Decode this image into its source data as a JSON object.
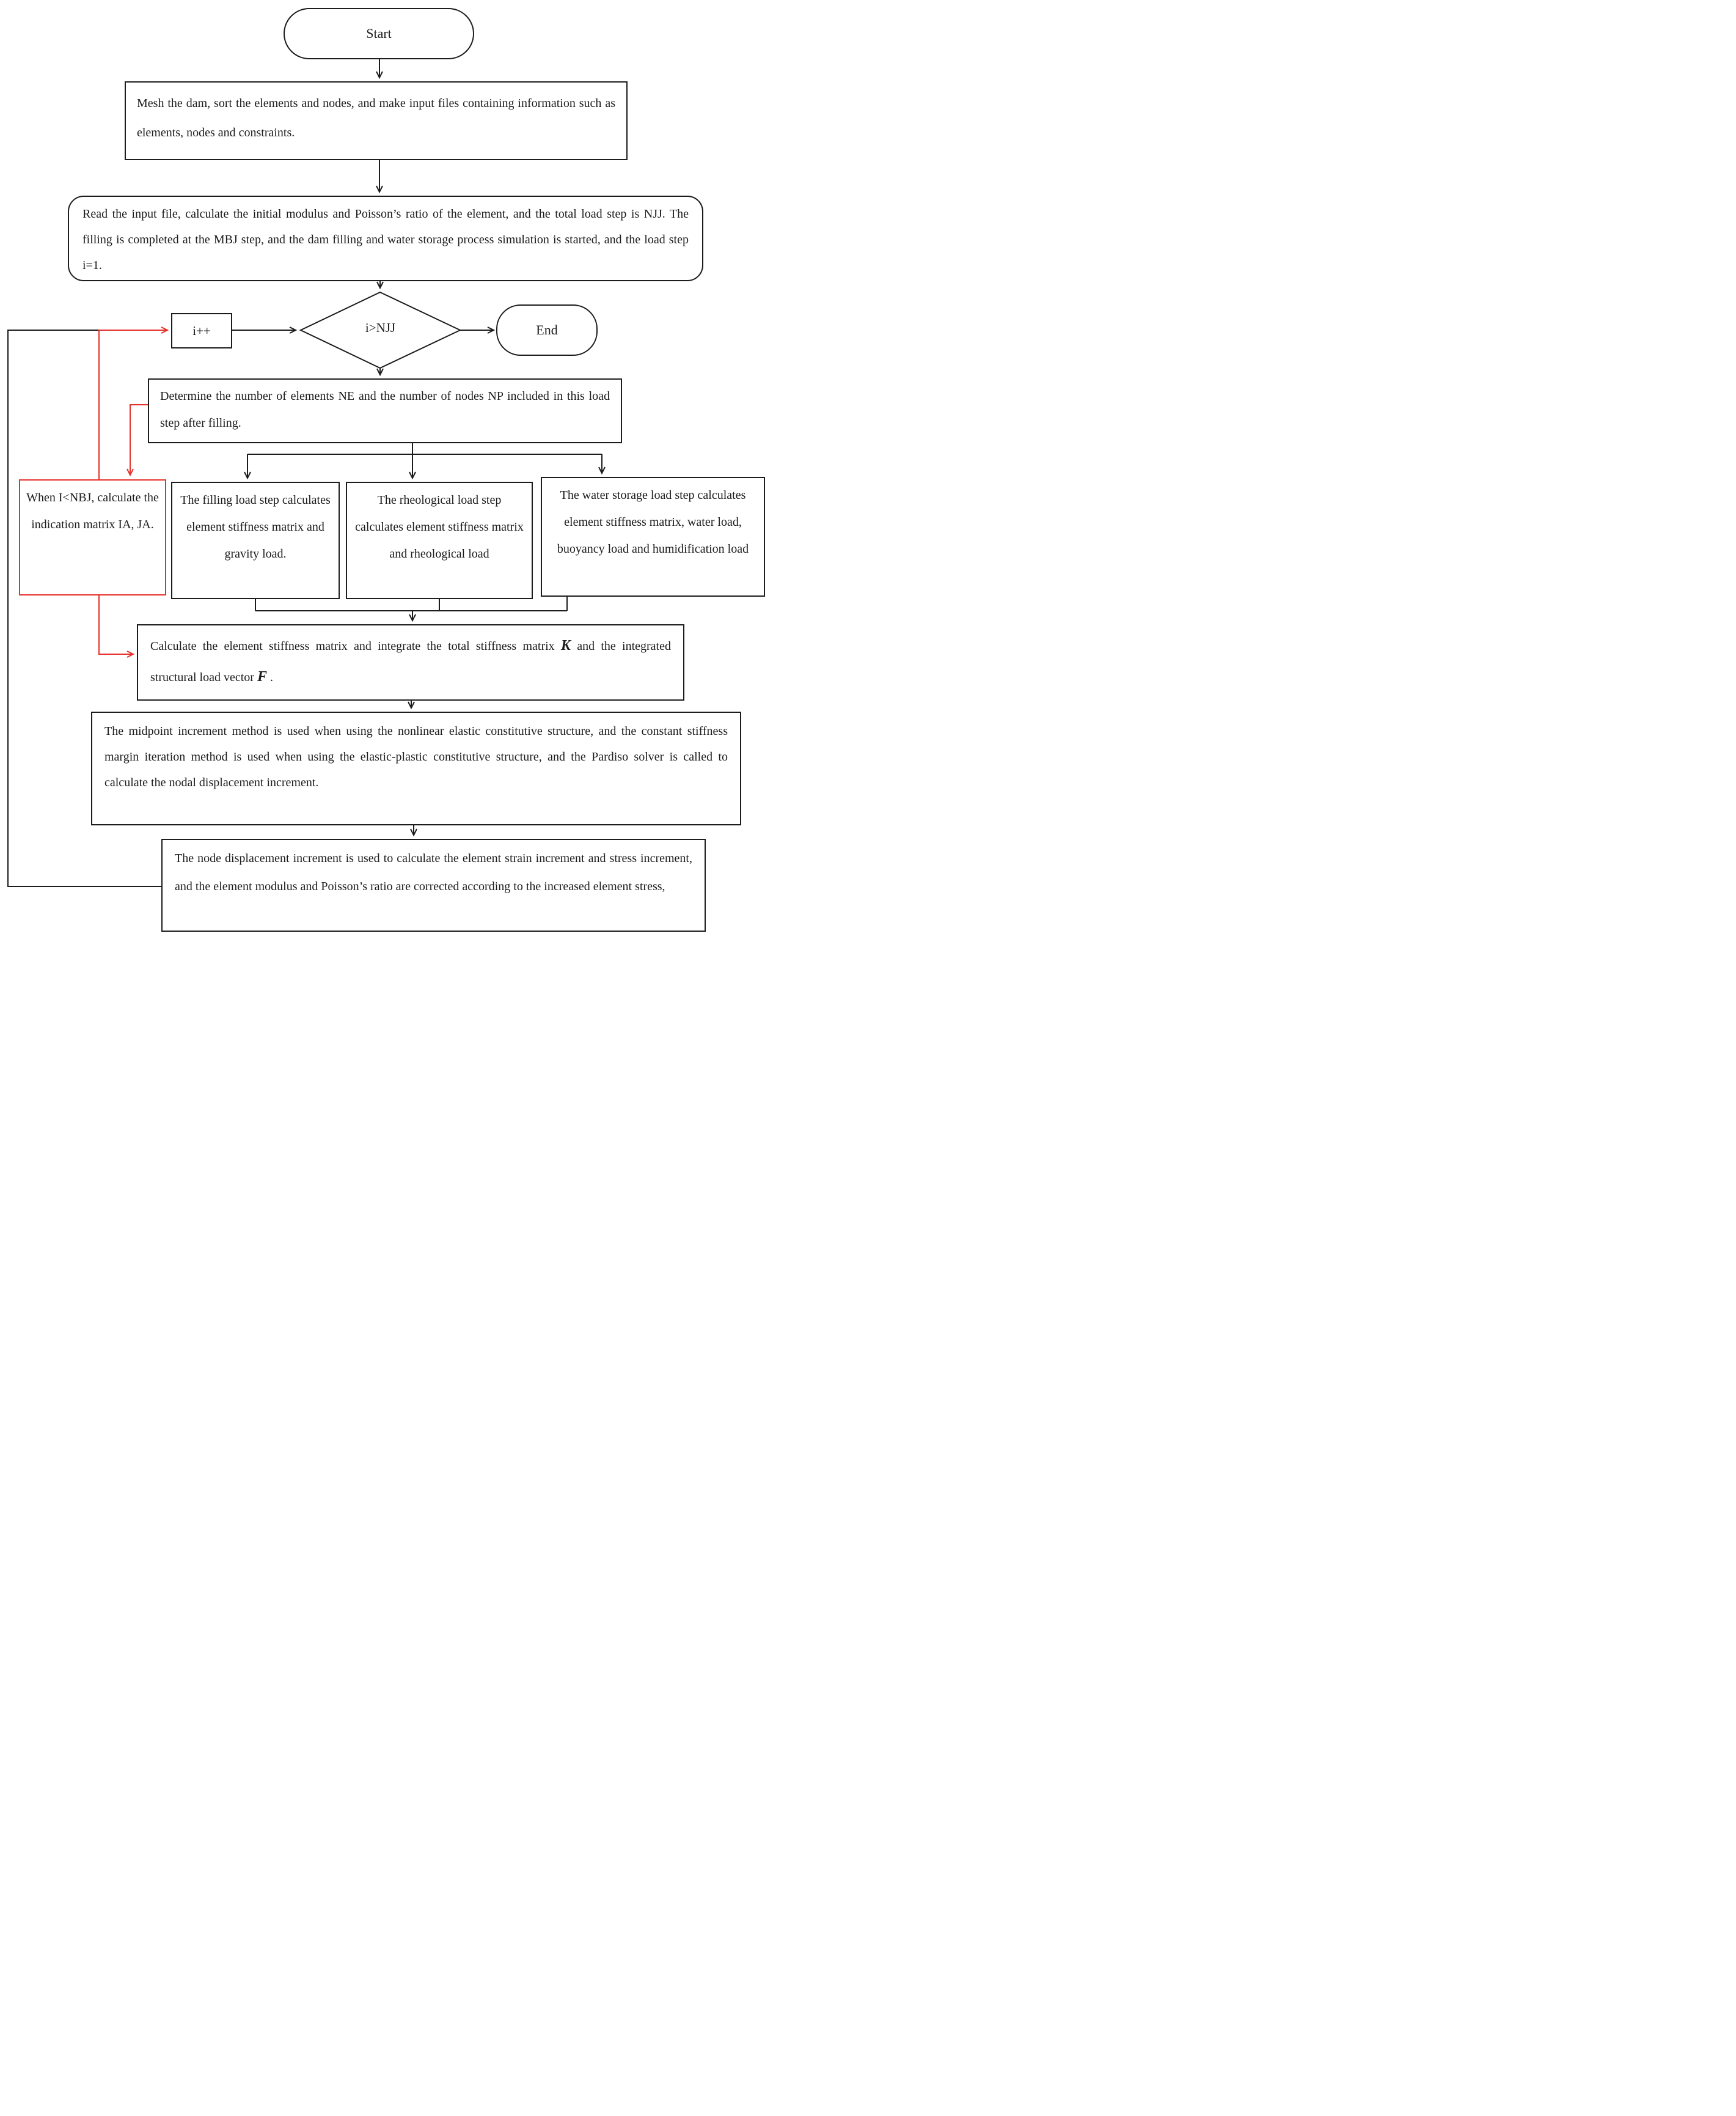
{
  "diagram": {
    "type": "flowchart",
    "colors": {
      "line": "#1c1c1c",
      "accent_red": "#e5312b",
      "background": "#ffffff"
    },
    "nodes": {
      "start": {
        "label": "Start"
      },
      "mesh": {
        "text": "Mesh the dam, sort the elements and nodes, and make input files containing information such as elements, nodes and constraints."
      },
      "read": {
        "text": "Read the input file, calculate the initial modulus and Poisson’s ratio of the element, and the total load step is NJJ. The filling is completed at the MBJ step, and the dam filling and water storage process simulation is started, and the load step i=1."
      },
      "increment": {
        "label": "i++"
      },
      "decision": {
        "label": "i>NJJ"
      },
      "end": {
        "label": "End"
      },
      "determine": {
        "text": "Determine the number of elements NE and the number of nodes NP included in this load step after filling."
      },
      "indication": {
        "text": "When I<NBJ, calculate the indication matrix IA, JA."
      },
      "filling": {
        "text": "The filling load step calculates element stiffness matrix and gravity load."
      },
      "rheological": {
        "text": "The rheological load step calculates element stiffness matrix and rheological load"
      },
      "water": {
        "text": "The water storage load step calculates element stiffness matrix, water load, buoyancy load and humidification load"
      },
      "assemble": {
        "pre": "Calculate the element stiffness matrix and integrate the total stiffness matrix ",
        "k": "K",
        "mid": " and the integrated structural load vector ",
        "f": "F",
        "post": " ."
      },
      "solve": {
        "text": "The midpoint increment method is used when using the nonlinear elastic constitutive structure, and the constant stiffness margin iteration method is used when using the elastic-plastic constitutive structure, and the Pardiso solver is called to calculate the nodal displacement increment."
      },
      "correct": {
        "text": "The node displacement increment is used to calculate the element strain increment and stress increment, and the element modulus and Poisson’s ratio are corrected according to the increased element stress,"
      }
    }
  }
}
